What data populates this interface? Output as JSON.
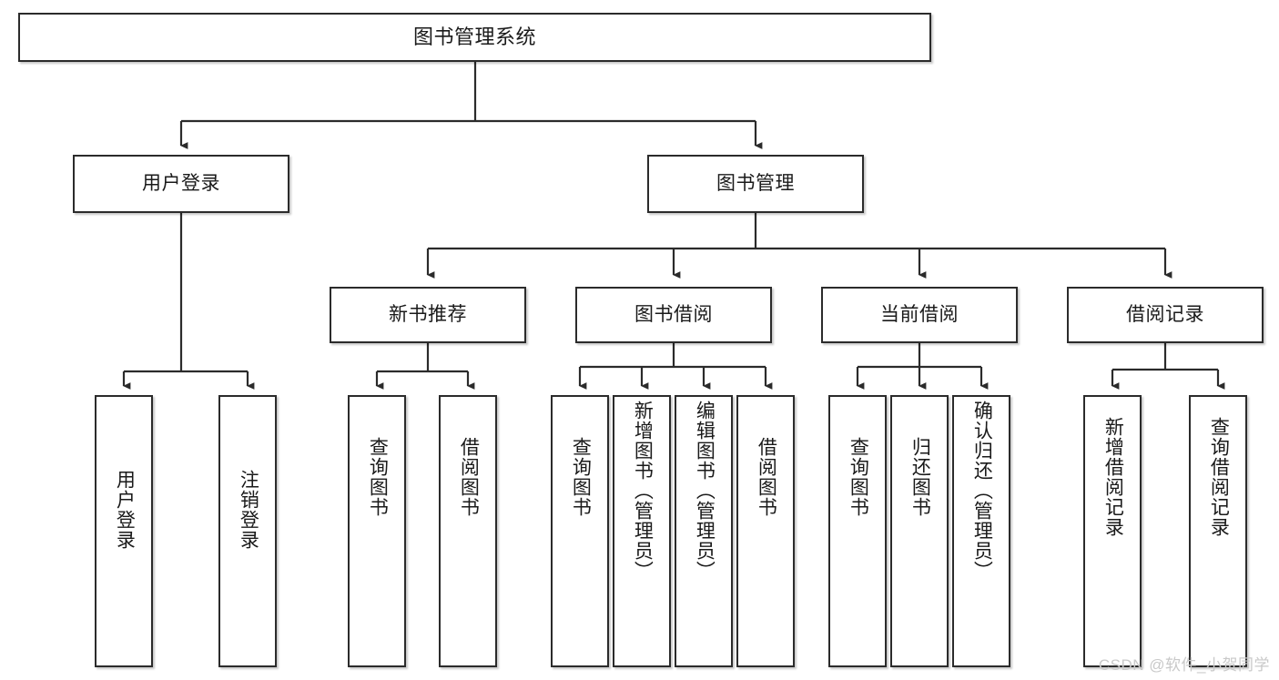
{
  "diagram": {
    "type": "tree-hierarchy",
    "title": "图书管理系统",
    "watermark": "CSDN @软件_小贺同学",
    "colors": {
      "box_border": "#2b2b2b",
      "box_fill": "#ffffff",
      "connector": "#2b2b2b",
      "text": "#1a1a1a",
      "watermark": "#c9c9c9"
    },
    "nodes": {
      "root": {
        "label": "图书管理系统"
      },
      "level2": [
        {
          "label": "用户登录"
        },
        {
          "label": "图书管理"
        }
      ],
      "level3": [
        {
          "label": "新书推荐"
        },
        {
          "label": "图书借阅"
        },
        {
          "label": "当前借阅"
        },
        {
          "label": "借阅记录"
        }
      ],
      "leaves": {
        "user_login": [
          {
            "label": "用户登录"
          },
          {
            "label": "注销登录"
          }
        ],
        "new_book": [
          {
            "label": "查询图书"
          },
          {
            "label": "借阅图书"
          }
        ],
        "book_borrow": [
          {
            "label": "查询图书"
          },
          {
            "label": "新增图书（管理员）"
          },
          {
            "label": "编辑图书（管理员）"
          },
          {
            "label": "借阅图书"
          }
        ],
        "current_borrow": [
          {
            "label": "查询图书"
          },
          {
            "label": "归还图书"
          },
          {
            "label": "确认归还（管理员）"
          }
        ],
        "borrow_record": [
          {
            "label": "新增借阅记录"
          },
          {
            "label": "查询借阅记录"
          }
        ]
      }
    }
  }
}
